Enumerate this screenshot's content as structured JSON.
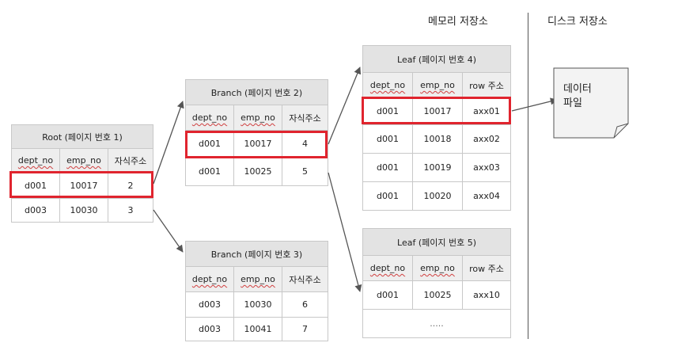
{
  "regions": {
    "memory_label": "메모리 저장소",
    "disk_label": "디스크 저장소"
  },
  "root": {
    "title": "Root (페이지 번호 1)",
    "headers": [
      "dept_no",
      "emp_no",
      "자식주소"
    ],
    "rows": [
      [
        "d001",
        "10017",
        "2"
      ],
      [
        "d003",
        "10030",
        "3"
      ]
    ]
  },
  "branch2": {
    "title": "Branch (페이지 번호 2)",
    "headers": [
      "dept_no",
      "emp_no",
      "자식주소"
    ],
    "rows": [
      [
        "d001",
        "10017",
        "4"
      ],
      [
        "d001",
        "10025",
        "5"
      ]
    ]
  },
  "branch3": {
    "title": "Branch (페이지 번호 3)",
    "headers": [
      "dept_no",
      "emp_no",
      "자식주소"
    ],
    "rows": [
      [
        "d003",
        "10030",
        "6"
      ],
      [
        "d003",
        "10041",
        "7"
      ]
    ]
  },
  "leaf4": {
    "title": "Leaf (페이지 번호 4)",
    "headers": [
      "dept_no",
      "emp_no",
      "row 주소"
    ],
    "rows": [
      [
        "d001",
        "10017",
        "axx01"
      ],
      [
        "d001",
        "10018",
        "axx02"
      ],
      [
        "d001",
        "10019",
        "axx03"
      ],
      [
        "d001",
        "10020",
        "axx04"
      ]
    ]
  },
  "leaf5": {
    "title": "Leaf (페이지 번호 5)",
    "headers": [
      "dept_no",
      "emp_no",
      "row 주소"
    ],
    "rows": [
      [
        "d001",
        "10025",
        "axx10"
      ]
    ],
    "ellipsis": "....."
  },
  "data_file": {
    "line1": "데이터",
    "line2": "파일"
  },
  "colors": {
    "highlight": "#e0242e",
    "arrow": "#555555",
    "header_bg": "#e3e3e3"
  }
}
